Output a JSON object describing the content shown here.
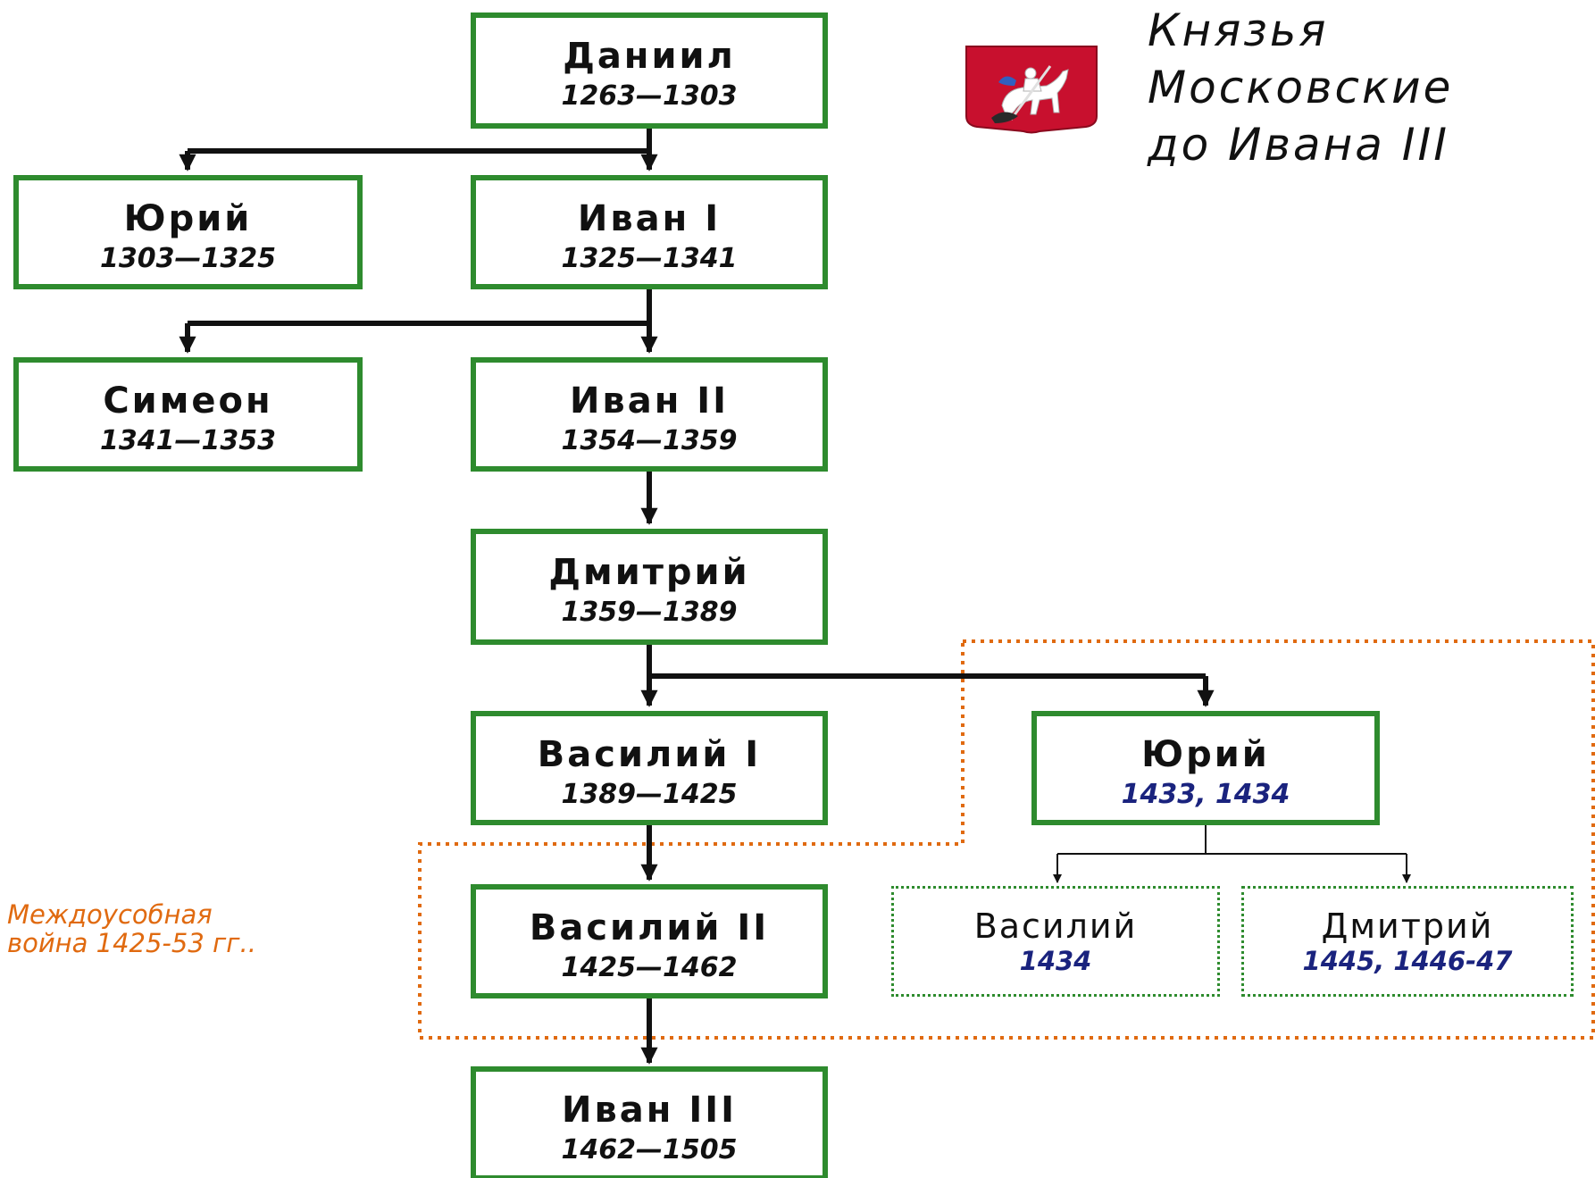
{
  "title": {
    "line1": "Князья",
    "line2": "Московские",
    "line3": "до Ивана III"
  },
  "princes": {
    "daniil": {
      "name": "Даниил",
      "years": "1263—1303"
    },
    "yuri": {
      "name": "Юрий",
      "years": "1303—1325"
    },
    "ivan1": {
      "name": "Иван I",
      "years": "1325—1341"
    },
    "simeon": {
      "name": "Симеон",
      "years": "1341—1353"
    },
    "ivan2": {
      "name": "Иван II",
      "years": "1354—1359"
    },
    "dmitry": {
      "name": "Дмитрий",
      "years": "1359—1389"
    },
    "vasily1": {
      "name": "Василий I",
      "years": "1389—1425"
    },
    "yuri2": {
      "name": "Юрий",
      "years": "1433, 1434"
    },
    "vasily2": {
      "name": "Василий II",
      "years": "1425—1462"
    },
    "ivan3": {
      "name": "Иван III",
      "years": "1462—1505"
    }
  },
  "claimants": {
    "vasily_kosoy": {
      "name": "Василий",
      "years": "1434"
    },
    "dmitry_shemyaka": {
      "name": "Дмитрий",
      "years": "1445, 1446-47"
    }
  },
  "war_label": {
    "line1": "Междоусобная",
    "line2": "война 1425-53 гг.."
  },
  "colors": {
    "box_border": "#2e8b2e",
    "connector": "#111111",
    "war_region": "#e06a10",
    "alt_years": "#1a237e",
    "crest_red": "#c8102e"
  },
  "icons": {
    "crest": "moscow-coat-of-arms-icon"
  }
}
